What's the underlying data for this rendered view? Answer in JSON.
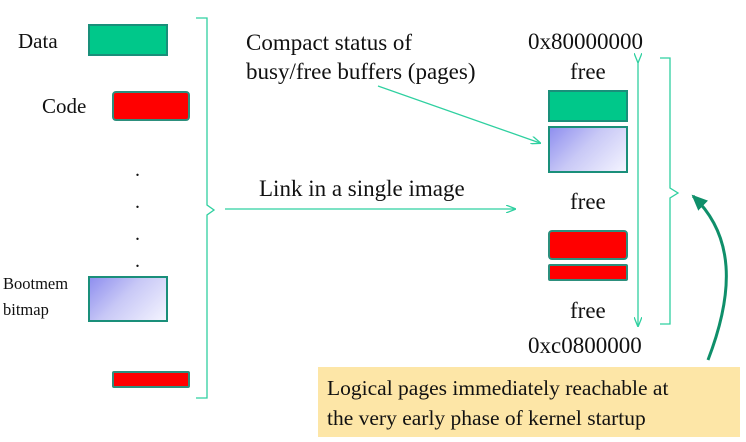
{
  "left": {
    "data_label": "Data",
    "code_label": "Code",
    "dots": [
      ".",
      ".",
      ".",
      "."
    ],
    "bootmem_line1": "Bootmem",
    "bootmem_line2": "bitmap"
  },
  "middle": {
    "status_line1": "Compact status of",
    "status_line2": "busy/free buffers (pages)",
    "link_text": "Link in a single image"
  },
  "right": {
    "top_address": "0x80000000",
    "bottom_address": "0xc0800000",
    "free_top": "free",
    "free_mid": "free",
    "free_bottom": "free"
  },
  "note": {
    "line1": "Logical pages immediately reachable at",
    "line2": "the very early phase of kernel startup"
  },
  "colors": {
    "connector": "#2fd0a0",
    "arrow_green": "#0f8f6a",
    "data_block": "#00c88a",
    "code_block": "#ff0000",
    "note_background": "#fde6a7"
  }
}
